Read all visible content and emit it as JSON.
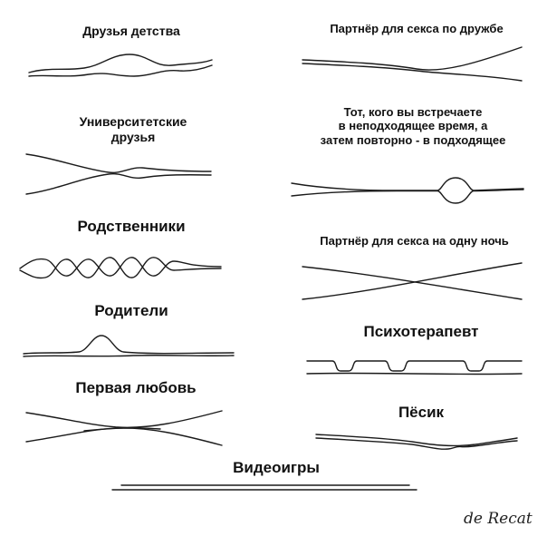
{
  "items": {
    "childhood_friends": "Друзья детства",
    "university_friends": "Университетские\nдрузья",
    "relatives": "Родственники",
    "parents": "Родители",
    "first_love": "Первая любовь",
    "fwb": "Партнёр для секса по дружбе",
    "right_time": "Тот, кого вы встречаете\nв неподходящее время, а\nзатем повторно - в подходящее",
    "one_night": "Партнёр для секса на одну ночь",
    "therapist": "Психотерапевт",
    "dog": "Пёсик",
    "videogames": "Видеоигры"
  },
  "signature": "de Recat"
}
